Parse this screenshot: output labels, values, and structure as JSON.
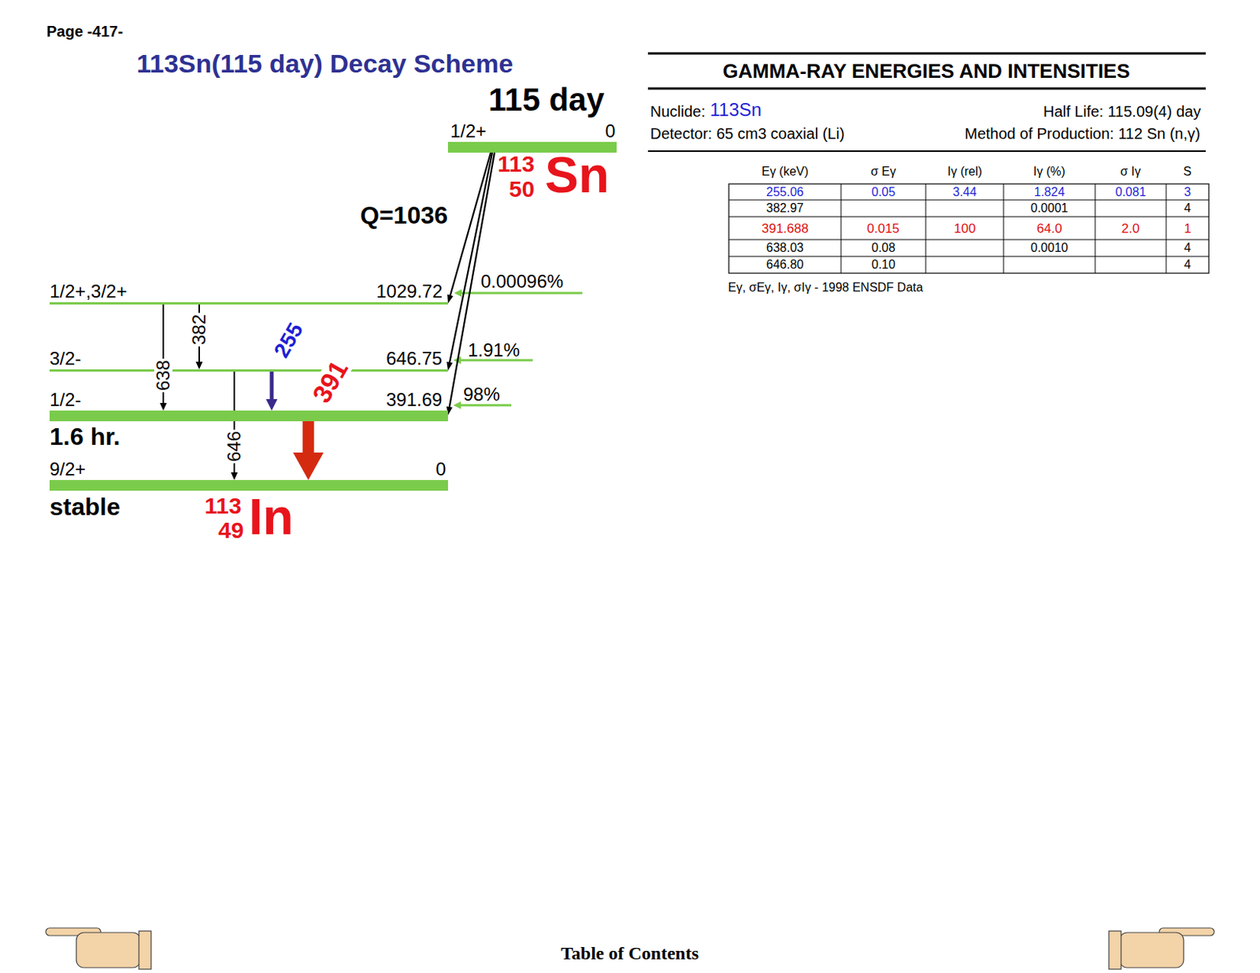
{
  "diagram": {
    "title": "113Sn(115 day) Decay Scheme",
    "nodes": [
      {
        "text": [
          "115 day",
          "1/2+",
          "0",
          "113",
          "50",
          "Sn"
        ]
      },
      {
        "text": [
          "1/2+,3/2+",
          "1029.72"
        ]
      },
      {
        "text": [
          "3/2-",
          "646.75"
        ]
      },
      {
        "text": [
          "1/2-",
          "391.69",
          "1.6 hr."
        ]
      },
      {
        "text": [
          "9/2+",
          "0",
          "stable",
          "113",
          "49",
          "In"
        ]
      }
    ],
    "edges": [
      {
        "from": 0,
        "to": 1,
        "label": "0.00096%",
        "arrow": "to"
      },
      {
        "from": 0,
        "to": 2,
        "label": "1.91%",
        "arrow": "to"
      },
      {
        "from": 0,
        "to": 3,
        "label": "98%",
        "arrow": "to"
      },
      {
        "from": 1,
        "to": 3,
        "label": "638",
        "arrow": "to"
      },
      {
        "from": 1,
        "to": 2,
        "label": "382",
        "arrow": "to"
      },
      {
        "from": 2,
        "to": 3,
        "label": "255",
        "arrow": "to"
      },
      {
        "from": 3,
        "to": 4,
        "label": "391",
        "arrow": "to"
      },
      {
        "from": 2,
        "to": 4,
        "label": "646",
        "arrow": "to"
      }
    ],
    "labels": [
      "Page -417-",
      "Q=1036",
      "GAMMA-RAY ENERGIES AND INTENSITIES",
      "Nuclide:",
      "113Sn",
      "Half Life: 115.09(4) day",
      "Detector: 65 cm3 coaxial (Li)",
      "Method of Production: 112 Sn (n,γ)",
      "Eγ (keV)",
      "σ Eγ",
      "Iγ (rel)",
      "Iγ (%)",
      "σ Iγ",
      "S",
      "255.06",
      "0.05",
      "3.44",
      "1.824",
      "0.081",
      "3",
      "382.97",
      "0.0001",
      "4",
      "391.688",
      "0.015",
      "100",
      "64.0",
      "2.0",
      "1",
      "638.03",
      "0.08",
      "0.0010",
      "4",
      "646.80",
      "0.10",
      "4",
      "Eγ, σEγ, Iγ, σIγ - 1998 ENSDF Data",
      "Table of Contents"
    ]
  }
}
